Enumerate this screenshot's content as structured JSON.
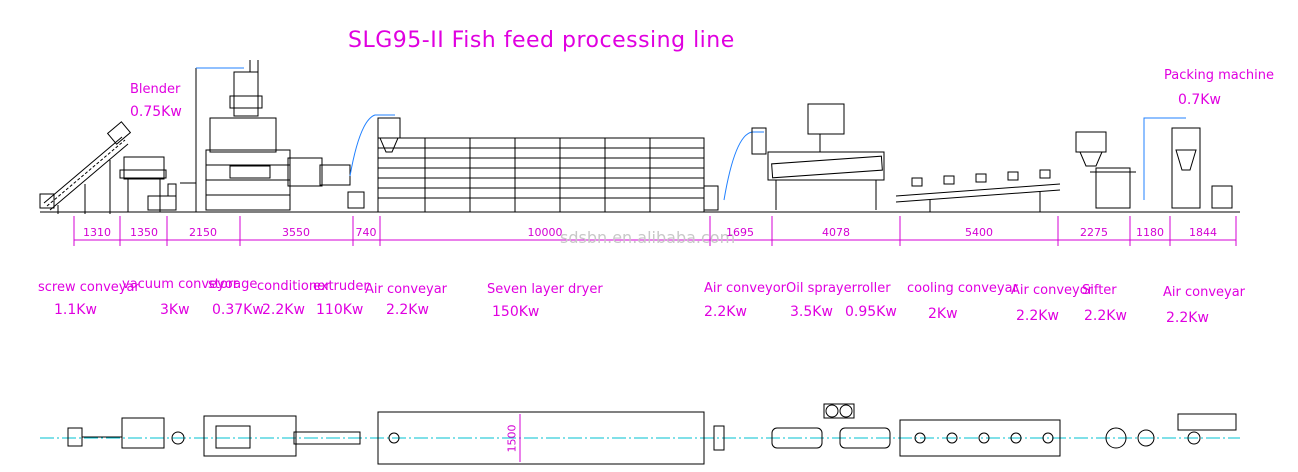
{
  "title": "SLG95-II Fish feed processing line",
  "blender": {
    "name": "Blender",
    "power": "0.75Kw"
  },
  "packing": {
    "name": "Packing machine",
    "power": "0.7Kw"
  },
  "watermark": "sdsbn.en.alibaba.com",
  "dimensions": [
    "1310",
    "1350",
    "2150",
    "3550",
    "740",
    "10000",
    "1695",
    "4078",
    "5400",
    "2275",
    "1180",
    "1844"
  ],
  "width_dim": "1500",
  "machines": [
    {
      "name": "screw conveyar",
      "power": "1.1Kw"
    },
    {
      "name": "vacuum conveyor",
      "power": "3Kw"
    },
    {
      "name": "storage",
      "power": "0.37Kw"
    },
    {
      "name": "conditioner",
      "power": "2.2Kw"
    },
    {
      "name": "extruder",
      "power": "110Kw"
    },
    {
      "name": "Air conveyar",
      "power": "2.2Kw"
    },
    {
      "name": "Seven layer dryer",
      "power": "150Kw"
    },
    {
      "name": "Air conveyor",
      "power": "2.2Kw"
    },
    {
      "name": "Oil sprayer",
      "power": "3.5Kw"
    },
    {
      "name": "roller",
      "power": "0.95Kw"
    },
    {
      "name": "cooling conveyar",
      "power": "2Kw"
    },
    {
      "name": "Air conveyor",
      "power": "2.2Kw"
    },
    {
      "name": "Sifter",
      "power": "2.2Kw"
    },
    {
      "name": "Air conveyar",
      "power": "2.2Kw"
    }
  ],
  "colors": {
    "label": "#e000e0",
    "line": "#000000",
    "frame": "#1010c0",
    "center": "#00c0d0",
    "piping": "#2080ff"
  }
}
